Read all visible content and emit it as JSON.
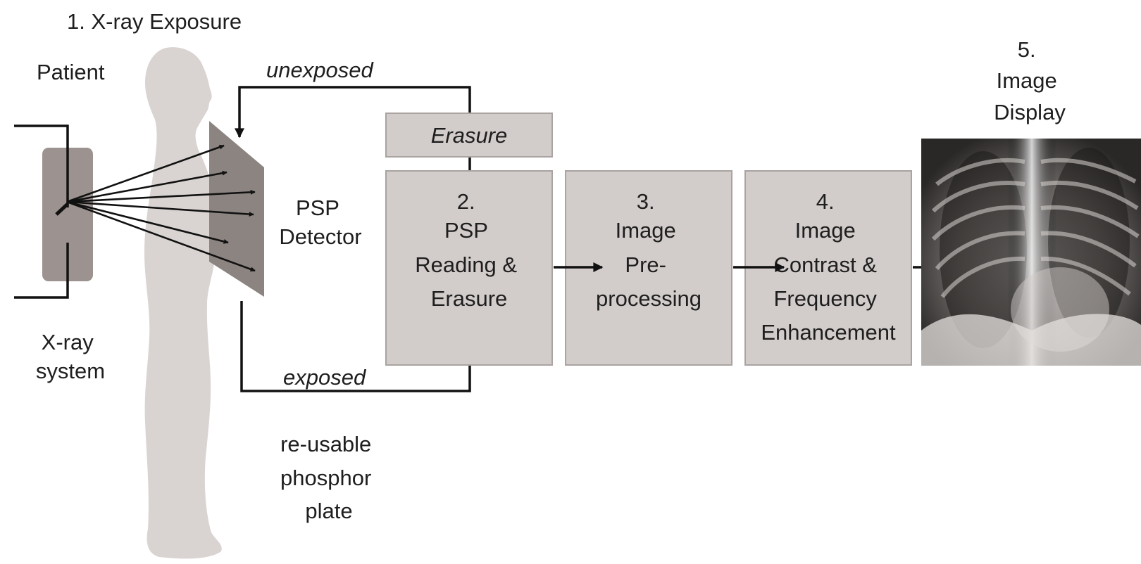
{
  "title": "1. X-ray Exposure",
  "labels": {
    "patient": "Patient",
    "xray_system": [
      "X-ray",
      "system"
    ],
    "psp_detector": [
      "PSP",
      "Detector"
    ],
    "plate": [
      "re-usable",
      "phosphor",
      "plate"
    ],
    "unexposed": "unexposed",
    "exposed": "exposed"
  },
  "erasure_box": "Erasure",
  "steps": [
    {
      "lines": [
        "2.",
        "PSP",
        "Reading &",
        "Erasure"
      ]
    },
    {
      "lines": [
        "3.",
        "Image",
        "Pre-",
        "processing"
      ]
    },
    {
      "lines": [
        "4.",
        "Image",
        "Contrast &",
        "Frequency",
        "Enhancement"
      ]
    }
  ],
  "display": {
    "lines": [
      "5.",
      "Image",
      "Display"
    ],
    "image": "chest-xray-image"
  },
  "colors": {
    "box_fill": "#d2ccca",
    "silhouette": "#d9d4d2",
    "detector": "#8c8481",
    "xray_housing": "#9c9390",
    "line": "#111111"
  }
}
